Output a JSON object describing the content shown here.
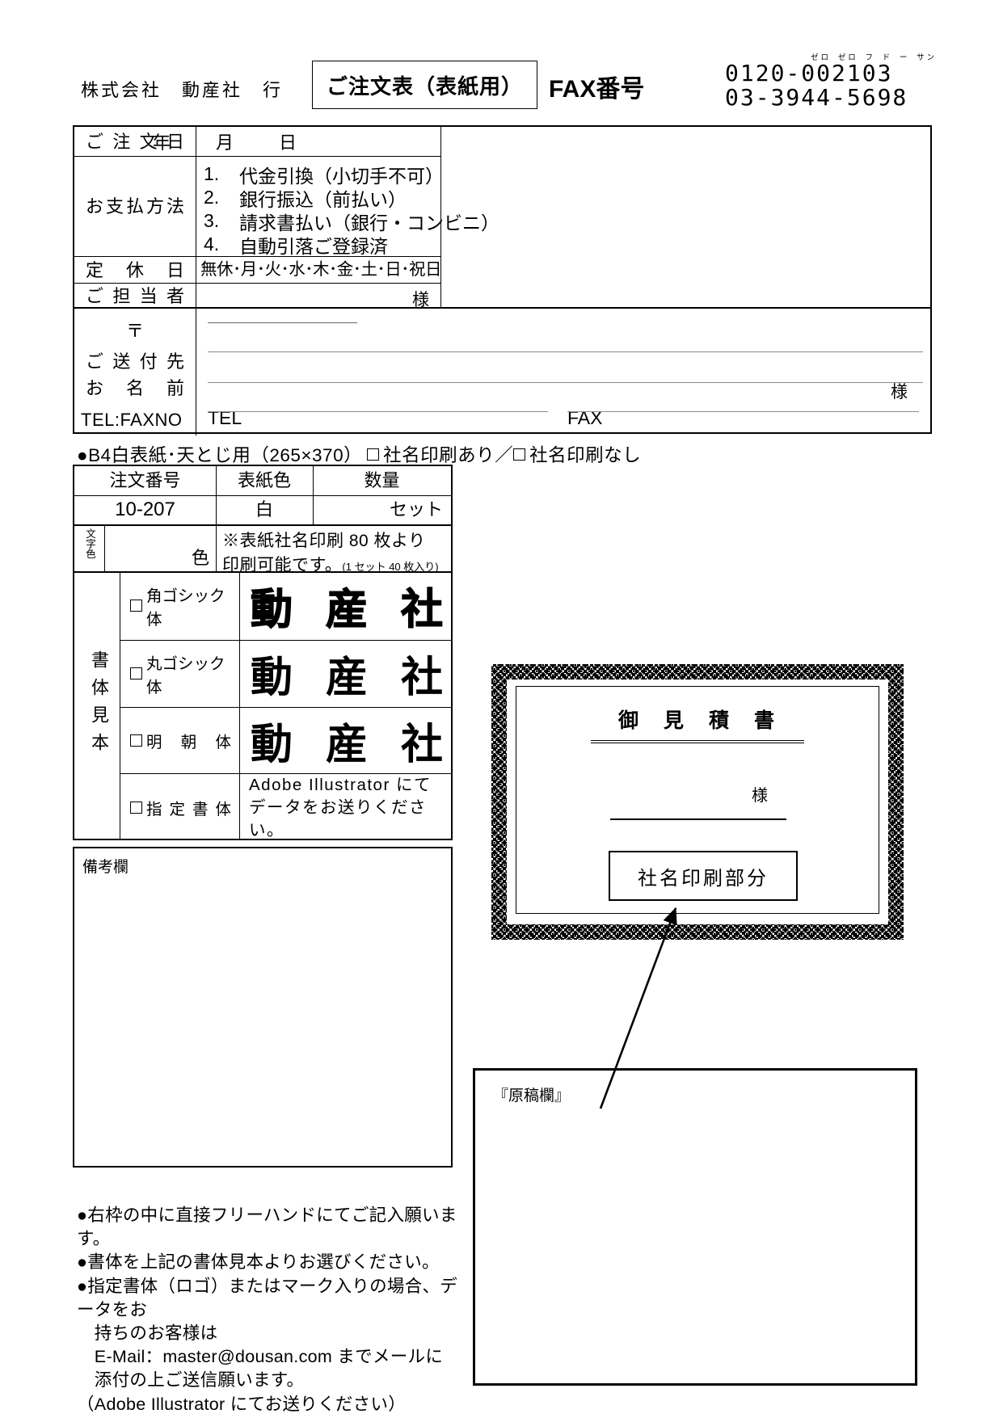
{
  "header": {
    "addressee": "株式会社　動産社　行",
    "title": "ご注文表（表紙用）",
    "fax_label": "FAX番号",
    "fax_number_1": "0120-002103",
    "fax_number_1_furigana": "ゼロ ゼロ フ ド ー サン",
    "fax_number_2": "03-3944-5698"
  },
  "order_table": {
    "order_date_label": "ご注文日",
    "date_year": "年",
    "date_month": "月",
    "date_day": "日",
    "payment_label": "お支払方法",
    "payment_options": [
      {
        "num": "1.",
        "text": "代金引換（小切手不可）"
      },
      {
        "num": "2.",
        "text": "銀行振込（前払い）"
      },
      {
        "num": "3.",
        "text": "請求書払い（銀行・コンビニ）"
      },
      {
        "num": "4.",
        "text": "自動引落ご登録済"
      }
    ],
    "holiday_label": "定休日",
    "holiday_value": "無休･月･火･水･木･金･土･日･祝日",
    "contact_label": "ご担当者",
    "contact_suffix": "様"
  },
  "address_block": {
    "postal_mark": "〒",
    "send_to_label": "ご送付先",
    "name_label": "お名前",
    "name_suffix": "様",
    "tel_fax_label": "TEL:FAXNO",
    "tel_label": "TEL",
    "fax_label": "FAX"
  },
  "product_line": {
    "prefix": "●B4白表紙･天とじ用（265×370）",
    "option_with": "社名印刷あり",
    "separator": "／",
    "option_without": "社名印刷なし"
  },
  "spec_table": {
    "headers": [
      "注文番号",
      "表紙色",
      "数量"
    ],
    "order_no": "10-207",
    "cover_color": "白",
    "quantity_suffix": "セット",
    "text_color_label": "文字色",
    "color_suffix": "色",
    "note_line1": "※表紙社名印刷 80 枚より",
    "note_line2": "印刷可能です。",
    "note_small": "(1 セット 40 枚入り)"
  },
  "font_samples": {
    "section_label": "書体見本",
    "rows": [
      {
        "label": "角ゴシック体",
        "sample": "動産社"
      },
      {
        "label": "丸ゴシック体",
        "sample": "動産社"
      },
      {
        "label": "明朝体",
        "sample": "動産社"
      },
      {
        "label": "指定書体",
        "note_line1": "Adobe Illustrator にて",
        "note_line2": "データをお送りください。"
      }
    ]
  },
  "remarks_label": "備考欄",
  "certificate": {
    "title": "御　見　積　書",
    "sama": "様",
    "name_box_label": "社名印刷部分"
  },
  "draft_box_label": "『原稿欄』",
  "notes": [
    "●右枠の中に直接フリーハンドにてご記入願います。",
    "●書体を上記の書体見本よりお選びください。",
    "●指定書体（ロゴ）またはマーク入りの場合、データをお",
    "　持ちのお客様は",
    "　E-Mail：master@dousan.com までメールに",
    "　添付の上ご送信願います。",
    "（Adobe Illustrator にてお送りください）"
  ]
}
